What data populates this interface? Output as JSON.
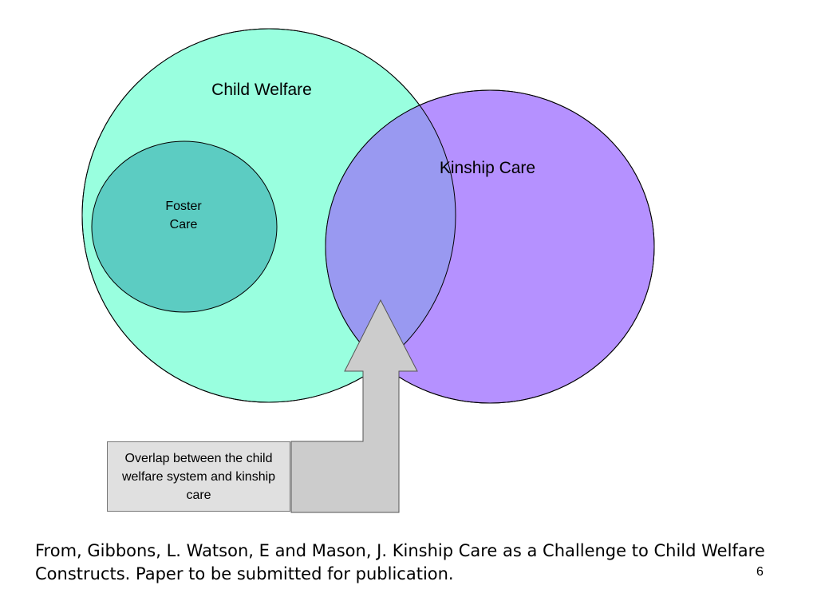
{
  "colors": {
    "child_welfare_fill": "#99FFDF",
    "kinship_care_fill": "#B591FF",
    "overlap_fill": "#9999F1",
    "foster_care_fill": "#5CCCC2",
    "arrow_fill": "#CCCCCC",
    "callout_fill": "#E0E0E0",
    "outline": "#000000"
  },
  "diagram": {
    "child_welfare_label": "Child Welfare",
    "kinship_care_label": "Kinship Care",
    "foster_care_label_line1": "Foster",
    "foster_care_label_line2": "Care",
    "overlap_callout": "Overlap between the child welfare system and kinship care"
  },
  "citation": "From, Gibbons, L. Watson, E and Mason, J. Kinship Care as a Challenge to Child Welfare Constructs. Paper to be submitted for publication.",
  "slide_number": "6"
}
